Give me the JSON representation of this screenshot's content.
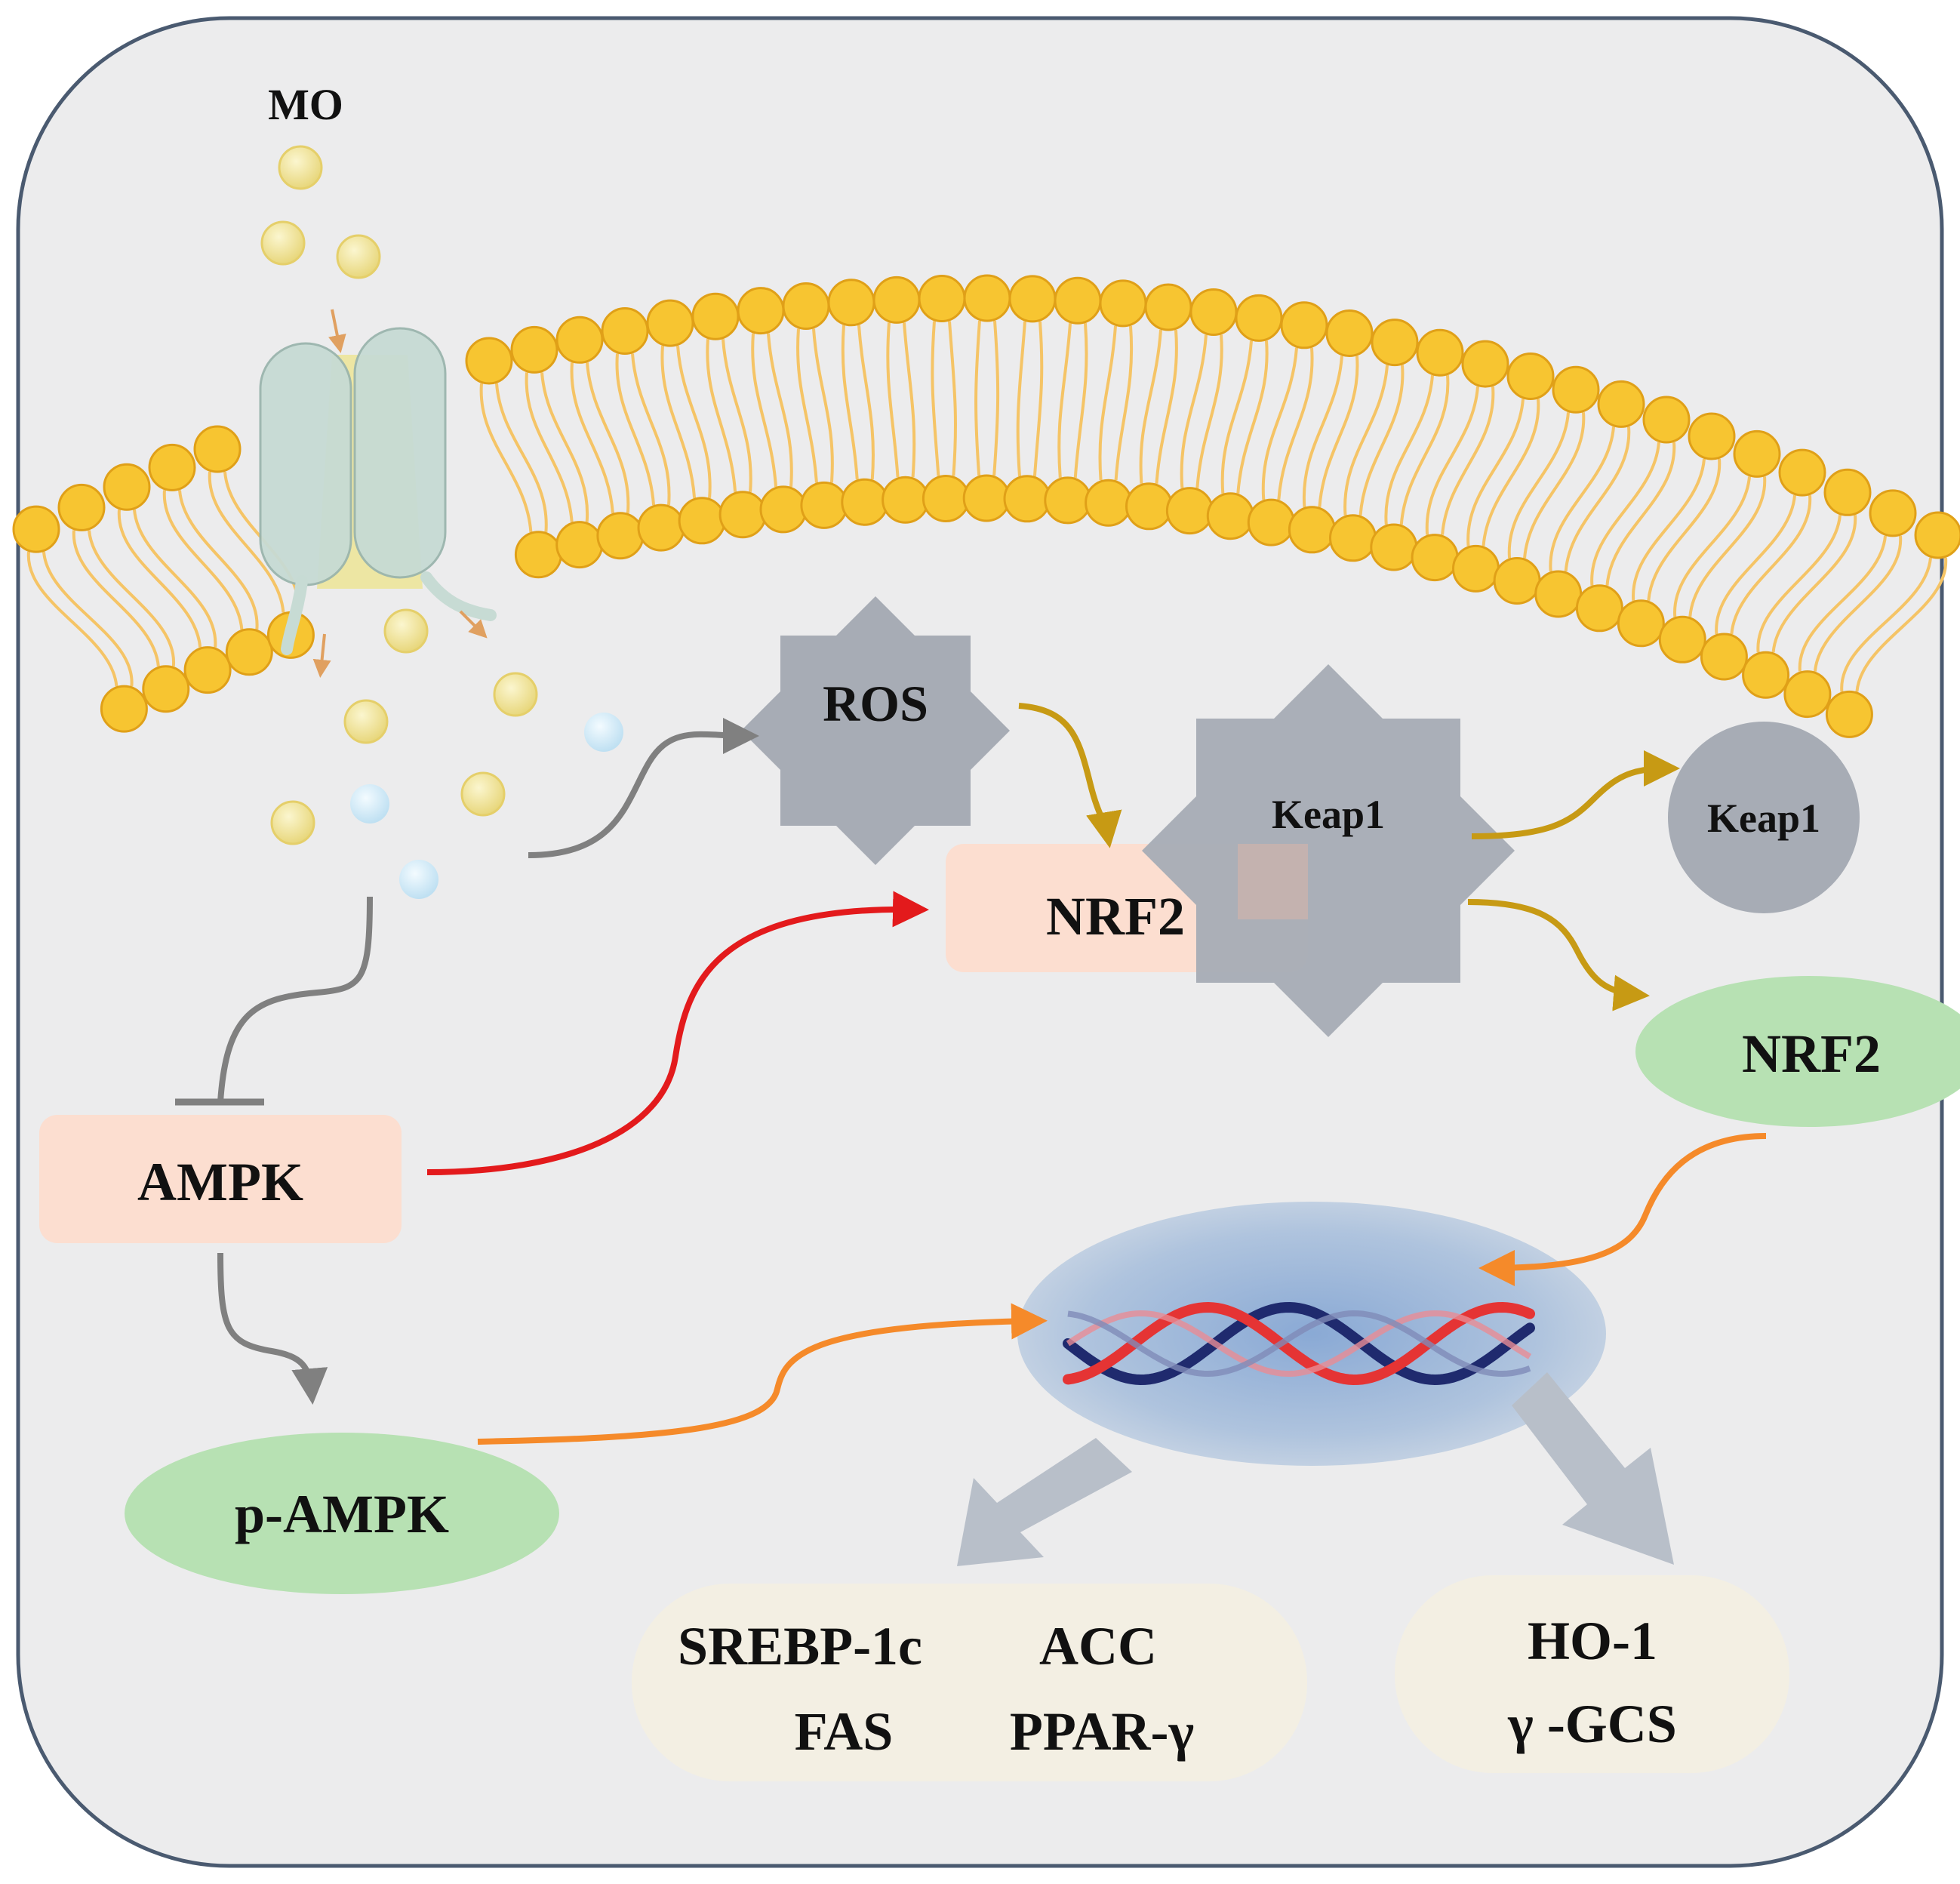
{
  "labels": {
    "mo": "MO",
    "ros": "ROS",
    "keap1_bound": "Keap1",
    "keap1_free": "Keap1",
    "nrf2_box": "NRF2",
    "nrf2_free": "NRF2",
    "ampk": "AMPK",
    "p_ampk": "p-AMPK",
    "lipid_genes": [
      "SREBP-1c",
      "ACC",
      "FAS",
      "PPAR-γ"
    ],
    "antioxidant_genes": [
      "HO-1",
      "γ -GCS"
    ]
  },
  "colors": {
    "background": "#ececed",
    "frame": "#4a5a70",
    "lipid_head": "#f7c531",
    "lipid_head_stroke": "#e0a018",
    "lipid_tail": "#f5c466",
    "channel": "#c7dbd4",
    "channel_core": "#ede69a",
    "mo_particle": "#f2e6a0",
    "mo_particle_blue": "#cfe8f5",
    "star_gray": "#a7acb5",
    "box_peach": "#fcded0",
    "ellipse_green": "#b7e1b3",
    "gene_box": "#f3efe3",
    "arrow_gray": "#808080",
    "arrow_gold": "#c79a14",
    "arrow_red": "#e31a1c",
    "arrow_orange": "#f58a2a",
    "nucleus": "#a9c1de",
    "dna_red": "#e53434",
    "dna_navy": "#1f2a6e",
    "block_arrow": "#b8bfc9"
  }
}
